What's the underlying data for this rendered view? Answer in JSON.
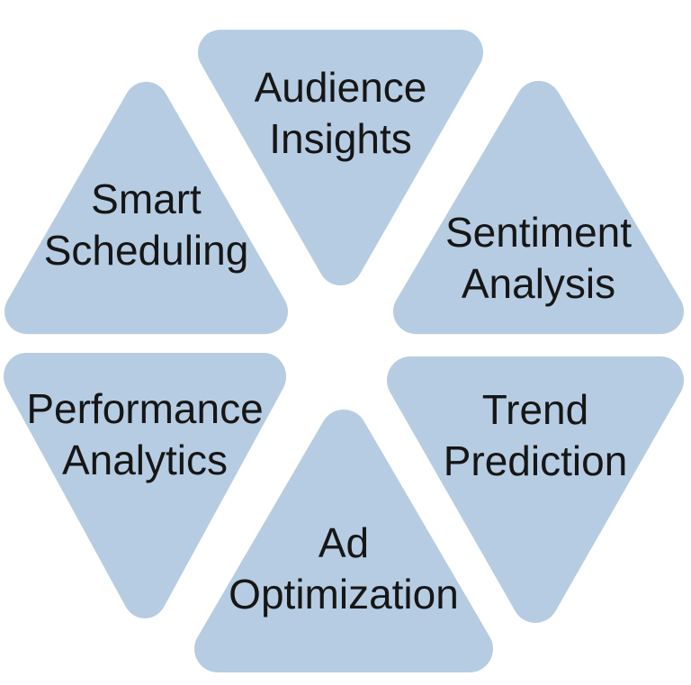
{
  "colors": {
    "background": "#ffffff",
    "triangle_fill": "#b6cce2",
    "label_text": "#161616"
  },
  "triangles": [
    {
      "id": "audience-insights",
      "label": "Audience Insights",
      "lines": [
        "Audience",
        "Insights"
      ],
      "orientation": "down"
    },
    {
      "id": "smart-scheduling",
      "label": "Smart Scheduling",
      "lines": [
        "Smart",
        "Scheduling"
      ],
      "orientation": "up"
    },
    {
      "id": "sentiment-analysis",
      "label": "Sentiment Analysis",
      "lines": [
        "Sentiment",
        "Analysis"
      ],
      "orientation": "up"
    },
    {
      "id": "performance-analytics",
      "label": "Performance Analytics",
      "lines": [
        "Performance",
        "Analytics"
      ],
      "orientation": "down"
    },
    {
      "id": "trend-prediction",
      "label": "Trend Prediction",
      "lines": [
        "Trend",
        "Prediction"
      ],
      "orientation": "down"
    },
    {
      "id": "ad-optimization",
      "label": "Ad Optimization",
      "lines": [
        "Ad",
        "Optimization"
      ],
      "orientation": "up"
    }
  ]
}
